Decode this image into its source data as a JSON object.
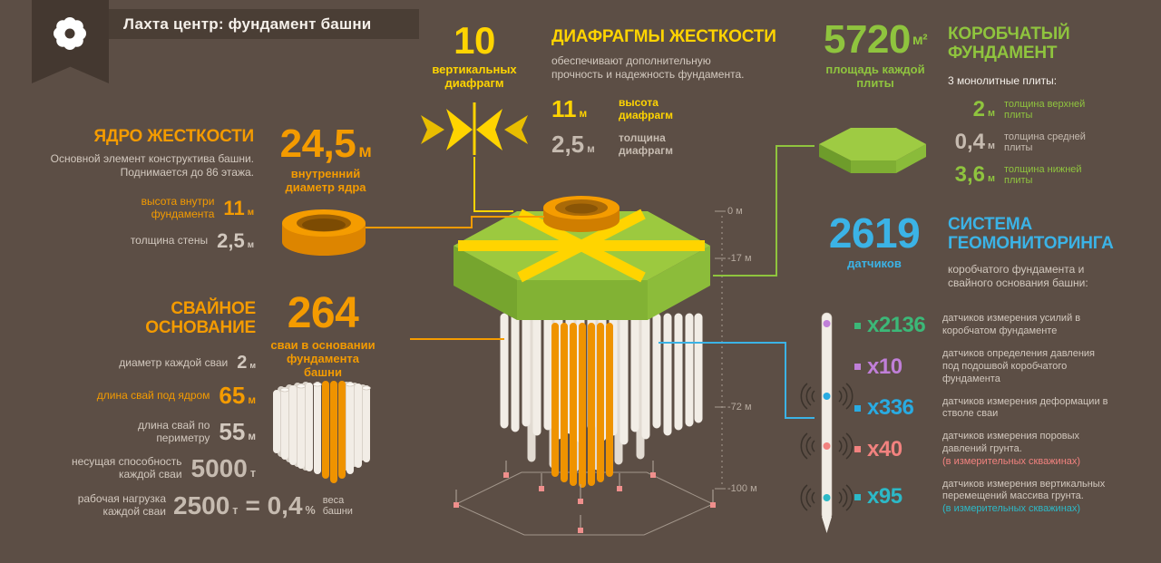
{
  "header": {
    "title": "Лахта центр: фундамент башни",
    "logo": "flower-icon"
  },
  "core_section": {
    "heading": "ЯДРО ЖЕСТКОСТИ",
    "description": "Основной элемент конструктива башни. Поднимается до 86 этажа.",
    "rows": [
      {
        "label": "высота внутри фундамента",
        "value": "11",
        "unit": "м"
      },
      {
        "label": "толщина стены",
        "value": "2,5",
        "unit": "м"
      }
    ],
    "diameter": {
      "value": "24,5",
      "unit": "м",
      "label": "внутренний диаметр ядра"
    }
  },
  "diaphragms": {
    "count": {
      "value": "10",
      "label": "вертикальных диафрагм"
    },
    "heading": "ДИАФРАГМЫ ЖЕСТКОСТИ",
    "description": "обеспечивают дополнительную прочность и надежность фундамента.",
    "stats": [
      {
        "value": "11",
        "unit": "м",
        "label": "высота диафрагм"
      },
      {
        "value": "2,5",
        "unit": "м",
        "label": "толщина диафрагм"
      }
    ]
  },
  "box_foundation": {
    "area": {
      "value": "5720",
      "unit": "м²",
      "label": "площадь каждой плиты"
    },
    "heading": "КОРОБЧАТЫЙ ФУНДАМЕНТ",
    "subtitle": "3 монолитные плиты:",
    "plates": [
      {
        "value": "2",
        "unit": "м",
        "label": "толщина верхней плиты"
      },
      {
        "value": "0,4",
        "unit": "м",
        "label": "толщина средней плиты"
      },
      {
        "value": "3,6",
        "unit": "м",
        "label": "толщина нижней плиты"
      }
    ]
  },
  "pile_foundation": {
    "heading": "СВАЙНОЕ ОСНОВАНИЕ",
    "rows": [
      {
        "label": "диаметр каждой сваи",
        "value": "2",
        "unit": "м"
      },
      {
        "label": "длина свай под ядром",
        "value": "65",
        "unit": "м"
      },
      {
        "label": "длина свай по периметру",
        "value": "55",
        "unit": "м"
      },
      {
        "label": "несущая способность каждой сваи",
        "value": "5000",
        "unit": "т"
      }
    ],
    "load": {
      "label": "рабочая нагрузка каждой сваи",
      "value": "2500",
      "unit": "т",
      "equals": "= 0,4",
      "percent": "%",
      "suffix": "веса башни"
    },
    "count": {
      "value": "264",
      "label": "сваи в основании фундамента башни"
    }
  },
  "monitoring": {
    "count": {
      "value": "2619",
      "label": "датчиков"
    },
    "heading": "СИСТЕМА ГЕОМОНИТОРИНГА",
    "description": "коробчатого фундамента и свайного основания башни:",
    "sensors": [
      {
        "count": "х2136",
        "color": "#3cb878",
        "description": "датчиков измерения усилий в коробчатом фундаменте",
        "note": ""
      },
      {
        "count": "х10",
        "color": "#c07fd8",
        "description": "датчиков определения давления под подошвой коробчатого фундамента",
        "note": ""
      },
      {
        "count": "х336",
        "color": "#29abe2",
        "description": "датчиков измерения деформации в стволе сваи",
        "note": ""
      },
      {
        "count": "х40",
        "color": "#f2827f",
        "description": "датчиков измерения поровых давлений грунта.",
        "note": "(в измерительных скважинах)"
      },
      {
        "count": "х95",
        "color": "#2cb9c7",
        "description": "датчиков измерения вертикальных перемещений массива грунта.",
        "note": "(в измерительных скважинах)"
      }
    ]
  },
  "depth_markers": [
    "0 м",
    "-17 м",
    "-72 м",
    "-100 м"
  ],
  "colors": {
    "background": "#5c4e45",
    "orange": "#f49b00",
    "yellow": "#ffd400",
    "green": "#8fc43e",
    "cyan": "#3bb3e6",
    "light_text": "#d2c8be",
    "gray_value": "#c6bbb0",
    "sensor_pink": "#ef8f8c"
  }
}
